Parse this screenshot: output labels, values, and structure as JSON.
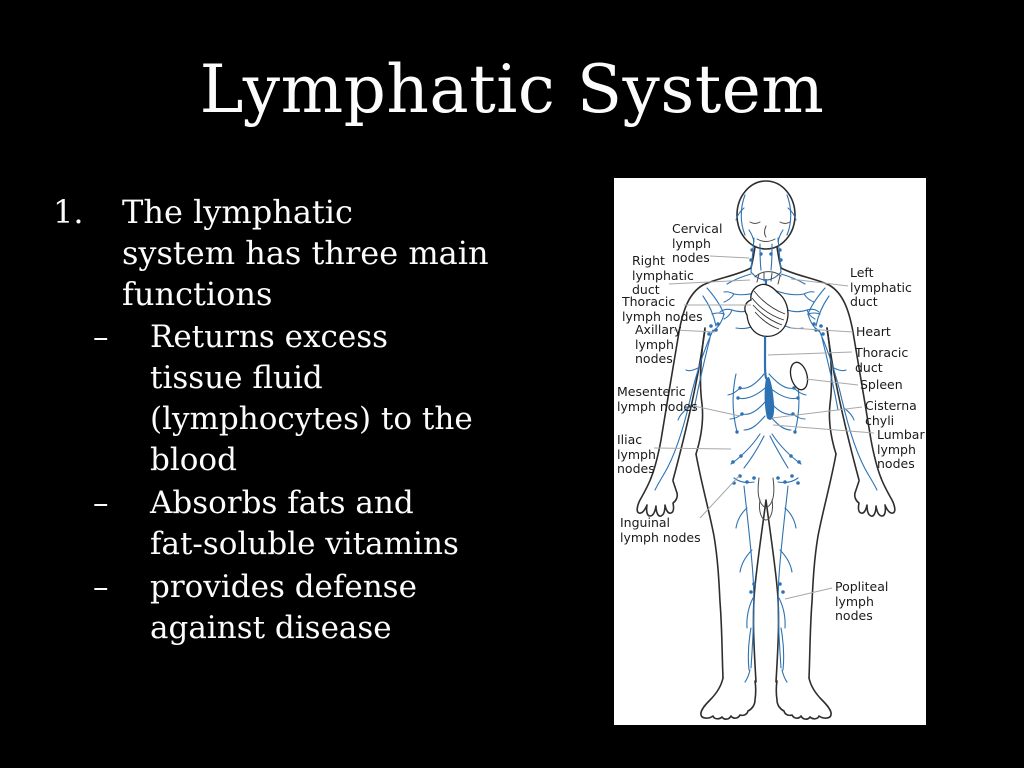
{
  "slide": {
    "title": "Lymphatic System",
    "background_color": "#000000",
    "text_color": "#fcfcfc"
  },
  "content": {
    "item_number": "1.",
    "item_text": "The lymphatic\nsystem has three main\nfunctions",
    "bullet_char": "–",
    "bullets": [
      {
        "text": "Returns excess\ntissue fluid\n(lymphocytes) to the\nblood"
      },
      {
        "text": "Absorbs fats and\nfat-soluble vitamins"
      },
      {
        "text": "provides defense\nagainst disease"
      }
    ]
  },
  "diagram": {
    "description": "Anatomical drawing of human lymphatic system",
    "panel_color": "#ffffff",
    "vessel_color": "#2d72b2",
    "outline_color": "#2e2e2e",
    "labels": [
      {
        "name": "cervical-lymph-nodes",
        "text": "Cervical\nlymph\nnodes"
      },
      {
        "name": "right-lymphatic-duct",
        "text": "Right\nlymphatic\nduct"
      },
      {
        "name": "thoracic-lymph-nodes",
        "text": "Thoracic\nlymph nodes"
      },
      {
        "name": "axillary-lymph-nodes",
        "text": "Axillary\nlymph\nnodes"
      },
      {
        "name": "left-lymphatic-duct",
        "text": "Left\nlymphatic\nduct"
      },
      {
        "name": "heart",
        "text": "Heart"
      },
      {
        "name": "thoracic-duct",
        "text": "Thoracic\nduct"
      },
      {
        "name": "spleen",
        "text": "Spleen"
      },
      {
        "name": "cisterna-chyli",
        "text": "Cisterna\nchyli"
      },
      {
        "name": "mesenteric-lymph-nodes",
        "text": "Mesenteric\nlymph nodes"
      },
      {
        "name": "iliac-lymph-nodes",
        "text": "Iliac\nlymph\nnodes"
      },
      {
        "name": "lumbar-lymph-nodes",
        "text": "Lumbar\nlymph\nnodes"
      },
      {
        "name": "inguinal-lymph-nodes",
        "text": "Inguinal\nlymph nodes"
      },
      {
        "name": "popliteal-lymph-nodes",
        "text": "Popliteal\nlymph\nnodes"
      }
    ]
  }
}
